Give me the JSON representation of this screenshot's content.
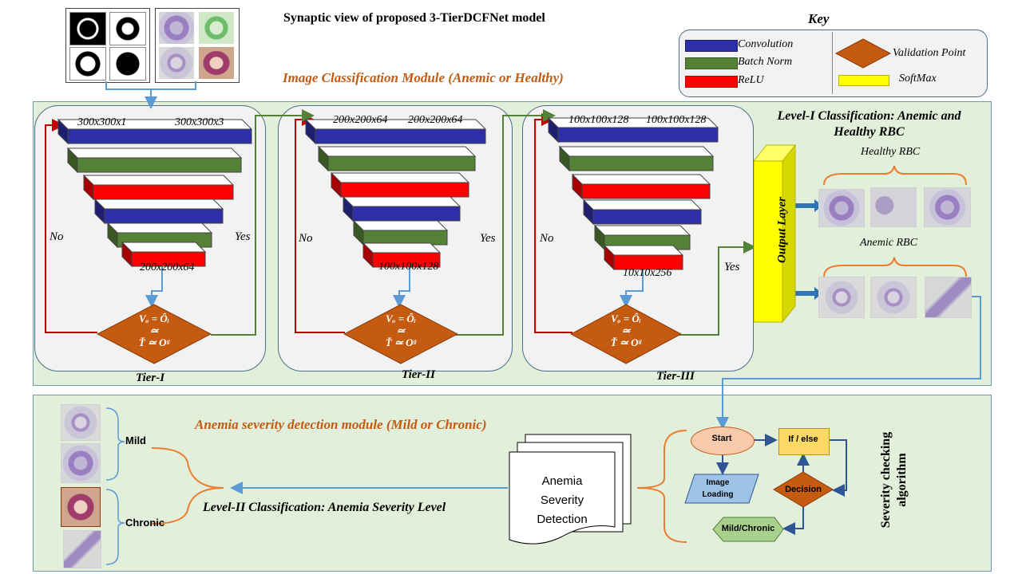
{
  "title": "Synaptic view of proposed  3-TierDCFNet model",
  "key": {
    "title": "Key",
    "items": [
      {
        "label": "Convolution",
        "color": "#2e2ea8"
      },
      {
        "label": "Batch Norm",
        "color": "#538135"
      },
      {
        "label": "ReLU",
        "color": "#ff0000"
      },
      {
        "label": "Validation Point",
        "color": "#c55a11"
      },
      {
        "label": "SoftMax",
        "color": "#ffff00"
      }
    ]
  },
  "classification_module": {
    "title": "Image Classification Module (Anemic or Healthy)",
    "tiers": [
      {
        "name": "Tier-I",
        "in_left": "300x300x1",
        "in_right": "300x300x3",
        "out": "200x200x64"
      },
      {
        "name": "Tier-II",
        "in_left": "200x200x64",
        "in_right": "200x200x64",
        "out": "100x100x128"
      },
      {
        "name": "Tier-III",
        "in_left": "100x100x128",
        "in_right": "100x100x128",
        "out": "10x10x256"
      }
    ],
    "no_label": "No",
    "yes_label": "Yes",
    "validation": {
      "line1": "Vₒ = Ôᵢ",
      "line2": "≃",
      "line3": "Ť ≃ Oᵍ"
    },
    "output_layer": "Output Layer",
    "level1": "Level-I Classification: Anemic and Healthy RBC",
    "healthy": "Healthy RBC",
    "anemic": "Anemic RBC"
  },
  "severity_module": {
    "title": "Anemia severity detection module (Mild or Chronic)",
    "mild": "Mild",
    "chronic": "Chronic",
    "level2": "Level-II Classification: Anemia Severity Level",
    "doc": "Anemia Severity Detection",
    "algorithm": {
      "title": "Severity checking algorithm",
      "start": "Start",
      "ifelse": "If / else",
      "image_loading": "Image Loading",
      "decision": "Decision",
      "result": "Mild/Chronic"
    }
  }
}
